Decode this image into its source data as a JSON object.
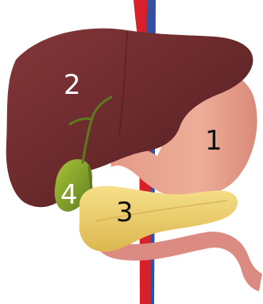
{
  "labels": {
    "one": "1",
    "two": "2",
    "three": "3",
    "four": "4"
  },
  "colors": {
    "liver": "#6b2a2c",
    "stomach": "#e8a08a",
    "pancreas": "#efd572",
    "gallbladder": "#86a82c",
    "artery": "#d8202a",
    "vein": "#2f4f9c",
    "duodenum": "#d98a80"
  }
}
